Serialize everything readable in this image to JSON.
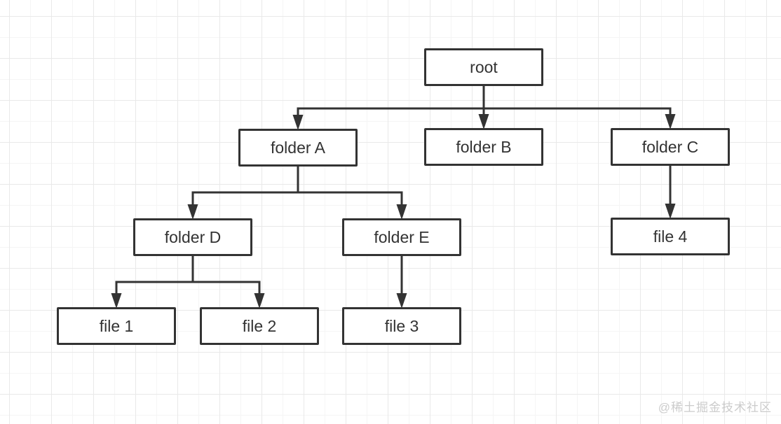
{
  "diagram": {
    "type": "tree",
    "nodes": {
      "root": {
        "label": "root"
      },
      "folder_a": {
        "label": "folder A"
      },
      "folder_b": {
        "label": "folder B"
      },
      "folder_c": {
        "label": "folder C"
      },
      "folder_d": {
        "label": "folder D"
      },
      "folder_e": {
        "label": "folder E"
      },
      "file_1": {
        "label": "file 1"
      },
      "file_2": {
        "label": "file 2"
      },
      "file_3": {
        "label": "file 3"
      },
      "file_4": {
        "label": "file 4"
      }
    },
    "edges": [
      {
        "from": "root",
        "to": "folder_a"
      },
      {
        "from": "root",
        "to": "folder_b"
      },
      {
        "from": "root",
        "to": "folder_c"
      },
      {
        "from": "folder_a",
        "to": "folder_d"
      },
      {
        "from": "folder_a",
        "to": "folder_e"
      },
      {
        "from": "folder_c",
        "to": "file_4"
      },
      {
        "from": "folder_d",
        "to": "file_1"
      },
      {
        "from": "folder_d",
        "to": "file_2"
      },
      {
        "from": "folder_e",
        "to": "file_3"
      }
    ]
  },
  "watermark": {
    "text": "@稀土掘金技术社区"
  },
  "colors": {
    "node_border": "#333333",
    "node_fill": "#ffffff",
    "connector": "#333333",
    "text": "#333333",
    "grid_major": "#e9e9e9",
    "grid_minor": "#f5f5f5",
    "watermark_text": "#cccccc"
  }
}
